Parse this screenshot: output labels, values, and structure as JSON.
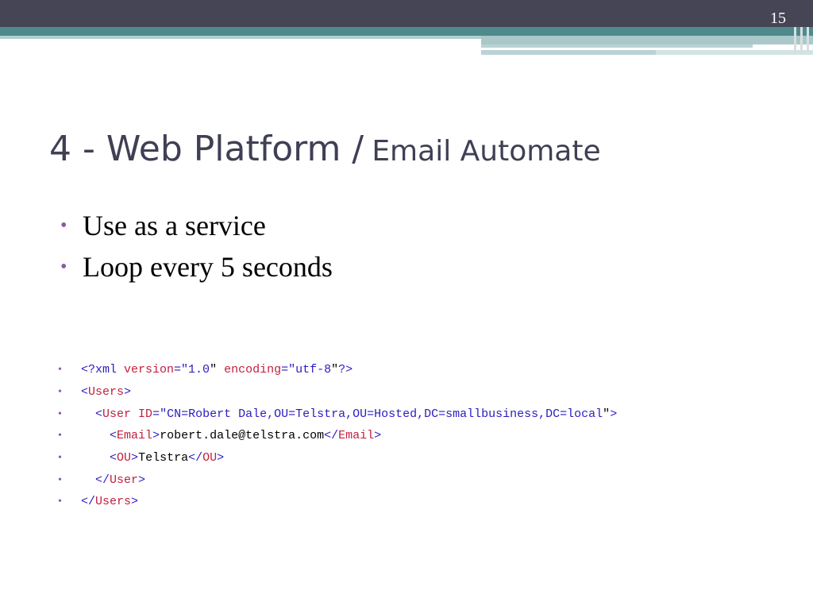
{
  "slide": {
    "page_number": "15",
    "title": {
      "main": "4 - Web Platform /",
      "sub": "Email Automate"
    },
    "bullets": [
      "Use as a service",
      "Loop every 5 seconds"
    ],
    "code": {
      "bullet_glyph": "•",
      "lines": [
        [
          {
            "t": "<?xml ",
            "c": "#2b1cc1"
          },
          {
            "t": "version",
            "c": "#c0213e"
          },
          {
            "t": "=\"",
            "c": "#2b1cc1"
          },
          {
            "t": "1.0",
            "c": "#2b1cc1"
          },
          {
            "t": "\" ",
            "c": "#000000"
          },
          {
            "t": "encoding",
            "c": "#c0213e"
          },
          {
            "t": "=\"",
            "c": "#2b1cc1"
          },
          {
            "t": "utf-8",
            "c": "#2b1cc1"
          },
          {
            "t": "\"",
            "c": "#000000"
          },
          {
            "t": "?>",
            "c": "#2b1cc1"
          }
        ],
        [
          {
            "t": "<",
            "c": "#2b1cc1"
          },
          {
            "t": "Users",
            "c": "#c0213e"
          },
          {
            "t": ">",
            "c": "#2b1cc1"
          }
        ],
        [
          {
            "t": "  ",
            "c": "#000000"
          },
          {
            "t": "<",
            "c": "#2b1cc1"
          },
          {
            "t": "User ",
            "c": "#c0213e"
          },
          {
            "t": "ID",
            "c": "#c0213e"
          },
          {
            "t": "=\"",
            "c": "#2b1cc1"
          },
          {
            "t": "CN=Robert Dale,OU=Telstra,OU=Hosted,DC=smallbusiness,DC=local",
            "c": "#2b1cc1"
          },
          {
            "t": "\"",
            "c": "#000000"
          },
          {
            "t": ">",
            "c": "#2b1cc1"
          }
        ],
        [
          {
            "t": "    ",
            "c": "#000000"
          },
          {
            "t": "<",
            "c": "#2b1cc1"
          },
          {
            "t": "Email",
            "c": "#c0213e"
          },
          {
            "t": ">",
            "c": "#2b1cc1"
          },
          {
            "t": "robert.dale@telstra.com",
            "c": "#000000"
          },
          {
            "t": "</",
            "c": "#2b1cc1"
          },
          {
            "t": "Email",
            "c": "#c0213e"
          },
          {
            "t": ">",
            "c": "#2b1cc1"
          }
        ],
        [
          {
            "t": "    ",
            "c": "#000000"
          },
          {
            "t": "<",
            "c": "#2b1cc1"
          },
          {
            "t": "OU",
            "c": "#c0213e"
          },
          {
            "t": ">",
            "c": "#2b1cc1"
          },
          {
            "t": "Telstra",
            "c": "#000000"
          },
          {
            "t": "</",
            "c": "#2b1cc1"
          },
          {
            "t": "OU",
            "c": "#c0213e"
          },
          {
            "t": ">",
            "c": "#2b1cc1"
          }
        ],
        [
          {
            "t": "  ",
            "c": "#000000"
          },
          {
            "t": "</",
            "c": "#2b1cc1"
          },
          {
            "t": "User",
            "c": "#c0213e"
          },
          {
            "t": ">",
            "c": "#2b1cc1"
          }
        ],
        [
          {
            "t": "</",
            "c": "#2b1cc1"
          },
          {
            "t": "Users",
            "c": "#c0213e"
          },
          {
            "t": ">",
            "c": "#2b1cc1"
          }
        ]
      ]
    }
  },
  "theme": {
    "header_dark": "#454556",
    "header_teal": "#4e8a8b",
    "title_color": "#3f3f55",
    "bullet_color": "#8a5aa8",
    "xml_markup_color": "#2b1cc1",
    "xml_name_color": "#c0213e"
  }
}
